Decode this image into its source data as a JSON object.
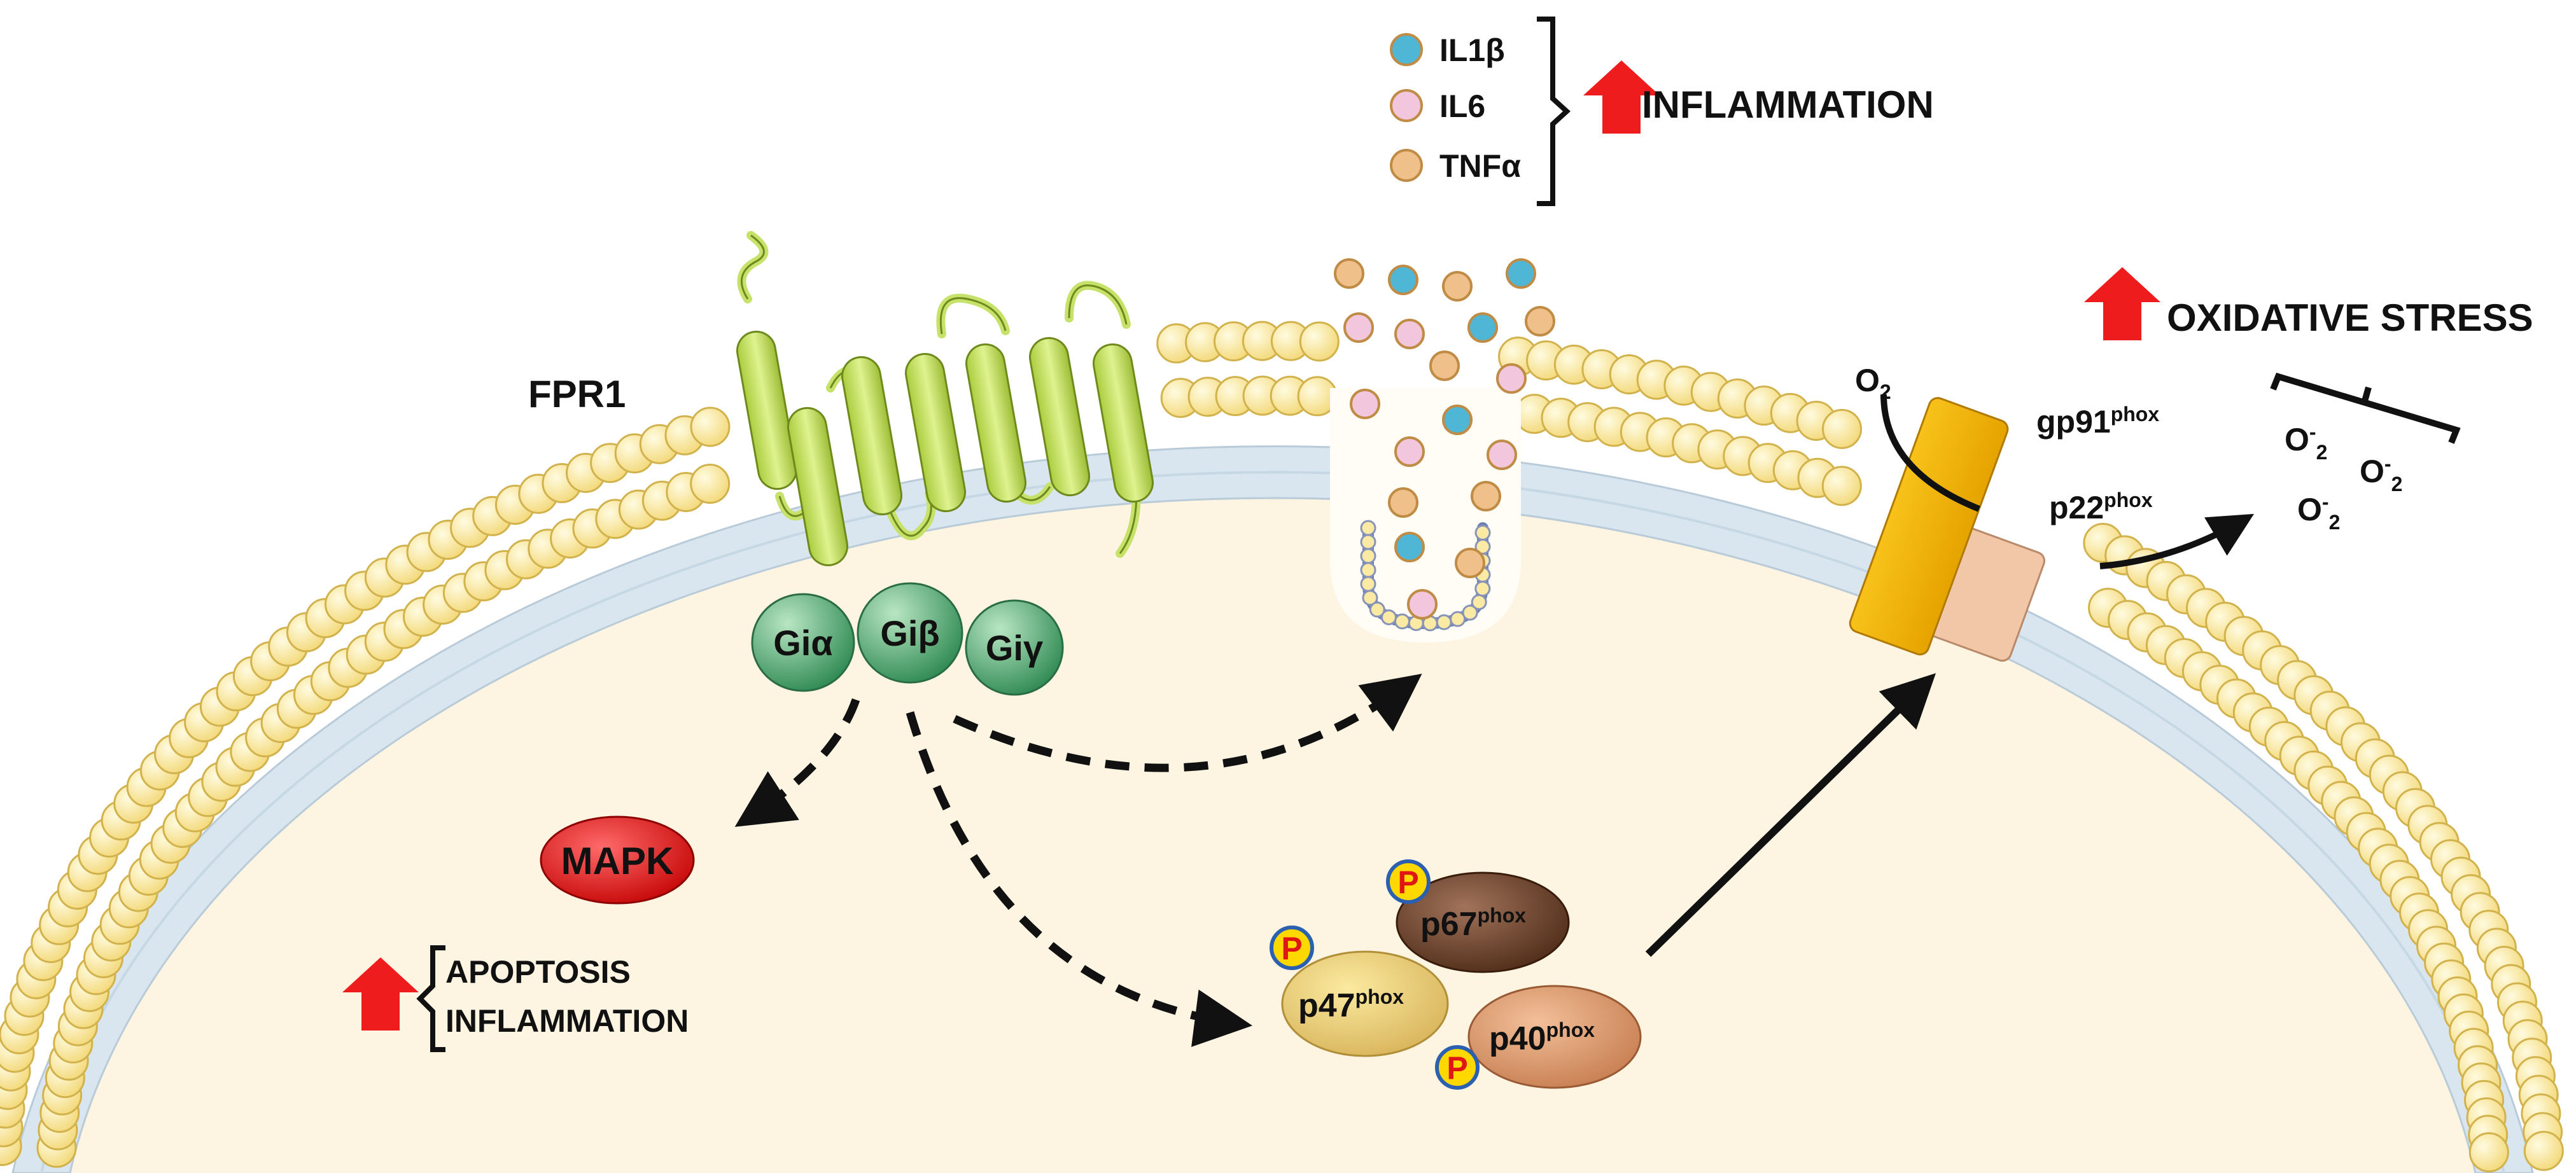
{
  "receptor": {
    "label": "FPR1"
  },
  "g_protein": {
    "alpha": "Giα",
    "beta": "Giβ",
    "gamma": "Giγ"
  },
  "cytokines": {
    "items": [
      {
        "label": "IL1β",
        "color": "#4fb6d6"
      },
      {
        "label": "IL6",
        "color": "#f2c7de"
      },
      {
        "label": "TNFα",
        "color": "#f0c08a"
      }
    ],
    "effect": "INFLAMMATION"
  },
  "mapk": {
    "label": "MAPK",
    "color": "#e01515"
  },
  "outcome_left": {
    "line1": "APOPTOSIS",
    "line2": "INFLAMMATION"
  },
  "phox": {
    "p67": {
      "base": "p67",
      "sup": "phox"
    },
    "p47": {
      "base": "p47",
      "sup": "phox"
    },
    "p40": {
      "base": "p40",
      "sup": "phox"
    },
    "gp91": {
      "base": "gp91",
      "sup": "phox"
    },
    "p22": {
      "base": "p22",
      "sup": "phox"
    },
    "phospho": "P"
  },
  "nox": {
    "o2_base": "O",
    "o2_sub": "2",
    "superoxide": {
      "base": "O",
      "sup": "-",
      "sub": "2"
    },
    "effect": "OXIDATIVE STRESS"
  },
  "colors": {
    "arrow_up": "#ee1c1c",
    "lipid_head": "#fbeaa4",
    "membrane_tail": "#d6e4ee",
    "cytoplasm": "#fdf4e2",
    "receptor": "#c6e26a",
    "g_protein": "#5fb27a",
    "gp91": "#f5b400",
    "p22": "#f2c7a8"
  }
}
